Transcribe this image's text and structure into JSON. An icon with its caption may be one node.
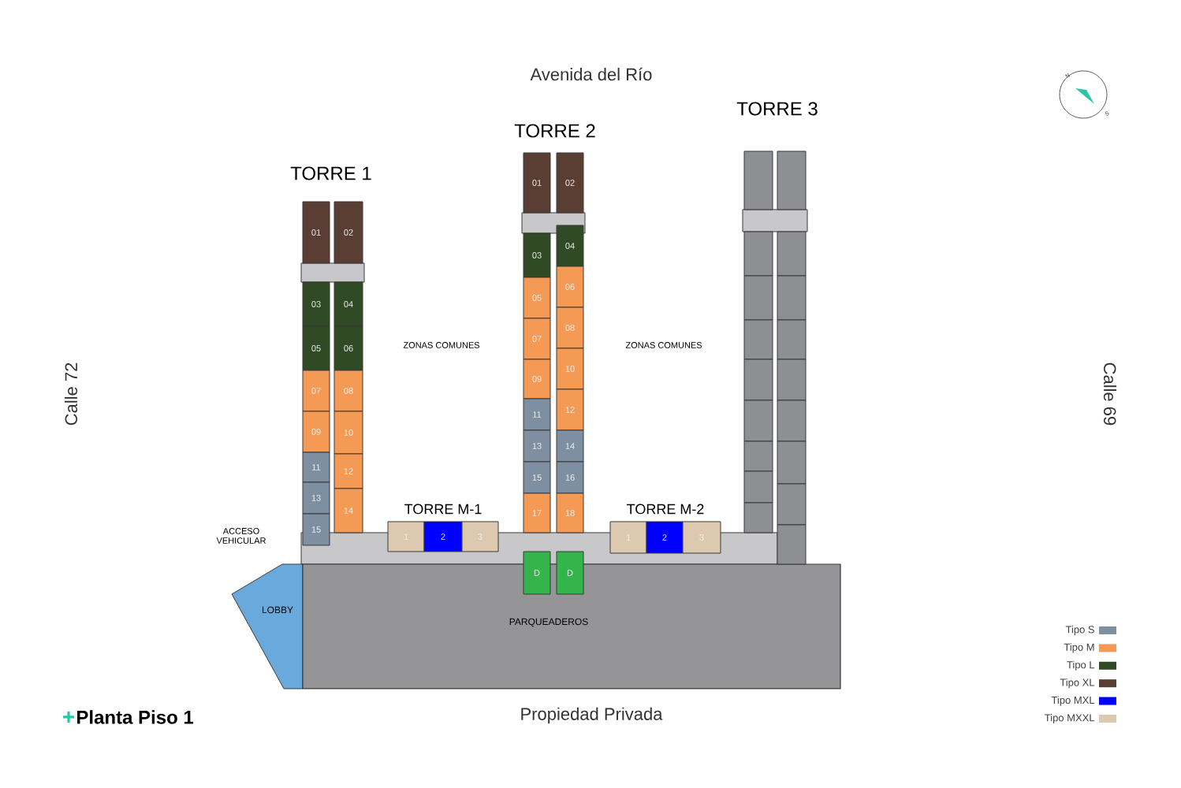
{
  "diagram": {
    "title": "Planta Piso 1",
    "nodes": [
      {
        "text": [
          "01"
        ]
      },
      {
        "text": [
          "02"
        ]
      },
      {
        "text": [
          "03"
        ]
      },
      {
        "text": [
          "04"
        ]
      },
      {
        "text": [
          "05"
        ]
      },
      {
        "text": [
          "06"
        ]
      },
      {
        "text": [
          "07"
        ]
      },
      {
        "text": [
          "08"
        ]
      },
      {
        "text": [
          "09"
        ]
      },
      {
        "text": [
          "10"
        ]
      },
      {
        "text": [
          "11"
        ]
      },
      {
        "text": [
          "12"
        ]
      },
      {
        "text": [
          "13"
        ]
      },
      {
        "text": [
          "14"
        ]
      },
      {
        "text": [
          "15"
        ]
      },
      {
        "text": [
          "1"
        ]
      },
      {
        "text": [
          "2"
        ]
      },
      {
        "text": [
          "3"
        ]
      },
      {
        "text": [
          "01"
        ]
      },
      {
        "text": [
          "02"
        ]
      },
      {
        "text": [
          "03"
        ]
      },
      {
        "text": [
          "04"
        ]
      },
      {
        "text": [
          "05"
        ]
      },
      {
        "text": [
          "06"
        ]
      },
      {
        "text": [
          "07"
        ]
      },
      {
        "text": [
          "08"
        ]
      },
      {
        "text": [
          "09"
        ]
      },
      {
        "text": [
          "10"
        ]
      },
      {
        "text": [
          "11"
        ]
      },
      {
        "text": [
          "12"
        ]
      },
      {
        "text": [
          "13"
        ]
      },
      {
        "text": [
          "14"
        ]
      },
      {
        "text": [
          "15"
        ]
      },
      {
        "text": [
          "16"
        ]
      },
      {
        "text": [
          "17"
        ]
      },
      {
        "text": [
          "18"
        ]
      },
      {
        "text": [
          "1"
        ]
      },
      {
        "text": [
          "2"
        ]
      },
      {
        "text": [
          "3"
        ]
      },
      {
        "text": [],
        "shape": "box"
      },
      {
        "text": [],
        "shape": "box"
      },
      {
        "text": [],
        "shape": "box"
      },
      {
        "text": [],
        "shape": "box"
      },
      {
        "text": [],
        "shape": "box"
      },
      {
        "text": [],
        "shape": "box"
      },
      {
        "text": [],
        "shape": "box"
      },
      {
        "text": [],
        "shape": "box"
      },
      {
        "text": [],
        "shape": "box"
      },
      {
        "text": [],
        "shape": "box"
      },
      {
        "text": [],
        "shape": "box"
      },
      {
        "text": [],
        "shape": "box"
      },
      {
        "text": [],
        "shape": "box"
      },
      {
        "text": [],
        "shape": "box"
      },
      {
        "text": [],
        "shape": "box"
      },
      {
        "text": [],
        "shape": "box"
      },
      {
        "text": [],
        "shape": "box"
      },
      {
        "text": [],
        "shape": "box"
      },
      {
        "text": [
          "D"
        ]
      },
      {
        "text": [
          "D"
        ]
      },
      {
        "text": [
          "LOBBY"
        ]
      },
      {
        "text": [
          "PARQUEADEROS"
        ]
      }
    ],
    "labels": [
      "Avenida del Río",
      "N",
      "S",
      "TORRE 3",
      "TORRE 2",
      "TORRE 1",
      "ZONAS COMUNES",
      "ZONAS COMUNES",
      "Calle 72",
      "Calle 69",
      "TORRE M-1",
      "TORRE M-2",
      "ACCESO VEHICULAR",
      "Propiedad Privada"
    ],
    "legend": [
      {
        "text": "Tipo S",
        "color": "#7d8fa0"
      },
      {
        "text": "Tipo M",
        "color": "#f59a55"
      },
      {
        "text": "Tipo L",
        "color": "#2f4a25"
      },
      {
        "text": "Tipo XL",
        "color": "#5a3d33"
      },
      {
        "text": "Tipo MXL",
        "color": "#0000ff"
      },
      {
        "text": "Tipo MXXL",
        "color": "#dcc9b0"
      }
    ]
  }
}
